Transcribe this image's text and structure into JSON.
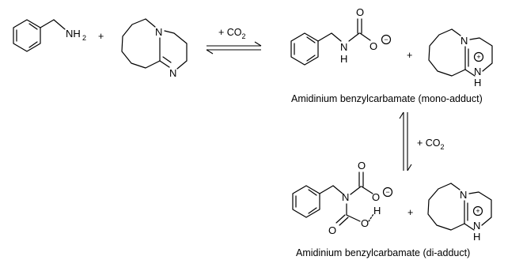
{
  "diagram": {
    "atoms": {
      "nh2_n": "NH",
      "nh2_sub": "2",
      "n": "N",
      "o": "O",
      "h": "H"
    },
    "charges": {
      "minus": "−",
      "plus": "+"
    },
    "plus_sign": "+",
    "conditions": {
      "top_reagent": "+ CO",
      "top_reagent_sub": "2",
      "right_reagent": "+ CO",
      "right_reagent_sub": "2"
    },
    "labels": {
      "mono_adduct": "Amidinium benzylcarbamate (mono-adduct)",
      "di_adduct": "Amidinium benzylcarbamate (di-adduct)"
    }
  }
}
